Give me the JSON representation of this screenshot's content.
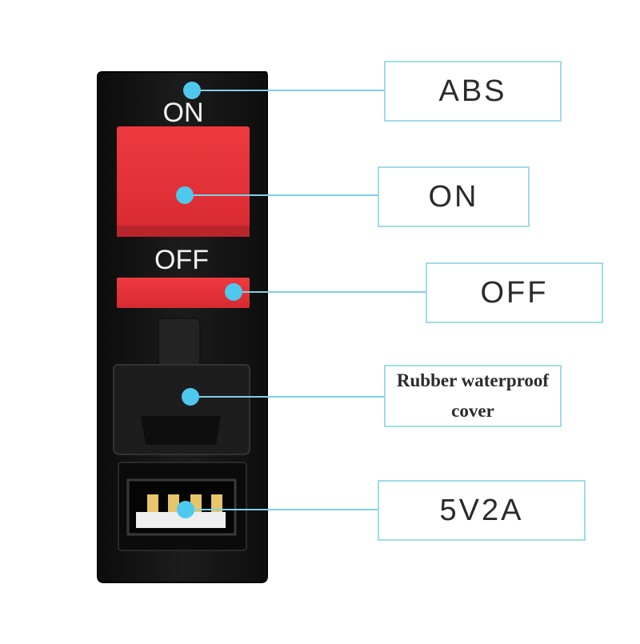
{
  "device": {
    "top_label": "ON",
    "mid_label": "OFF",
    "body_color": "#141414",
    "switch_color": "#e8323a",
    "accent_color": "#4fc8ee",
    "line_color": "#7fd0e6",
    "contact_color": "#e8c46a"
  },
  "callouts": [
    {
      "id": "abs",
      "label": "ABS"
    },
    {
      "id": "on",
      "label": "ON"
    },
    {
      "id": "off",
      "label": "OFF"
    },
    {
      "id": "cover",
      "label": "Rubber waterproof cover"
    },
    {
      "id": "usb",
      "label": "5V2A"
    }
  ]
}
